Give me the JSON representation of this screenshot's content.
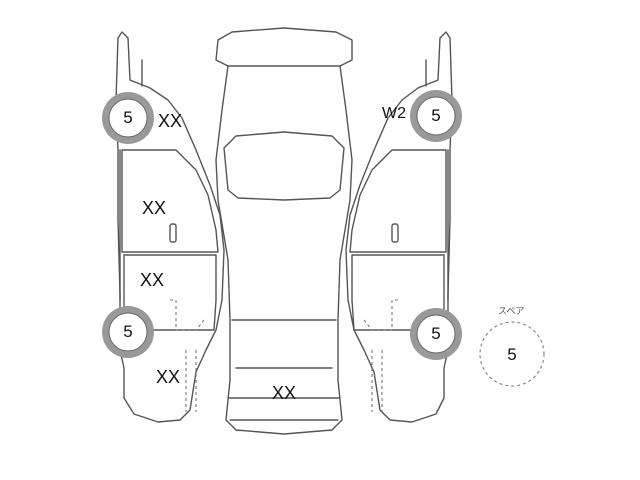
{
  "tires": {
    "front_left": "5",
    "rear_left": "5",
    "front_right": "5",
    "rear_right": "5"
  },
  "spare": {
    "label": "スペア",
    "value": "5"
  },
  "marks": {
    "left_front_fender": "XX",
    "left_front_door": "XX",
    "left_rear_door": "XX",
    "left_rear_quarter": "XX",
    "right_front_fender": "W2",
    "rear_bumper": "XX"
  }
}
